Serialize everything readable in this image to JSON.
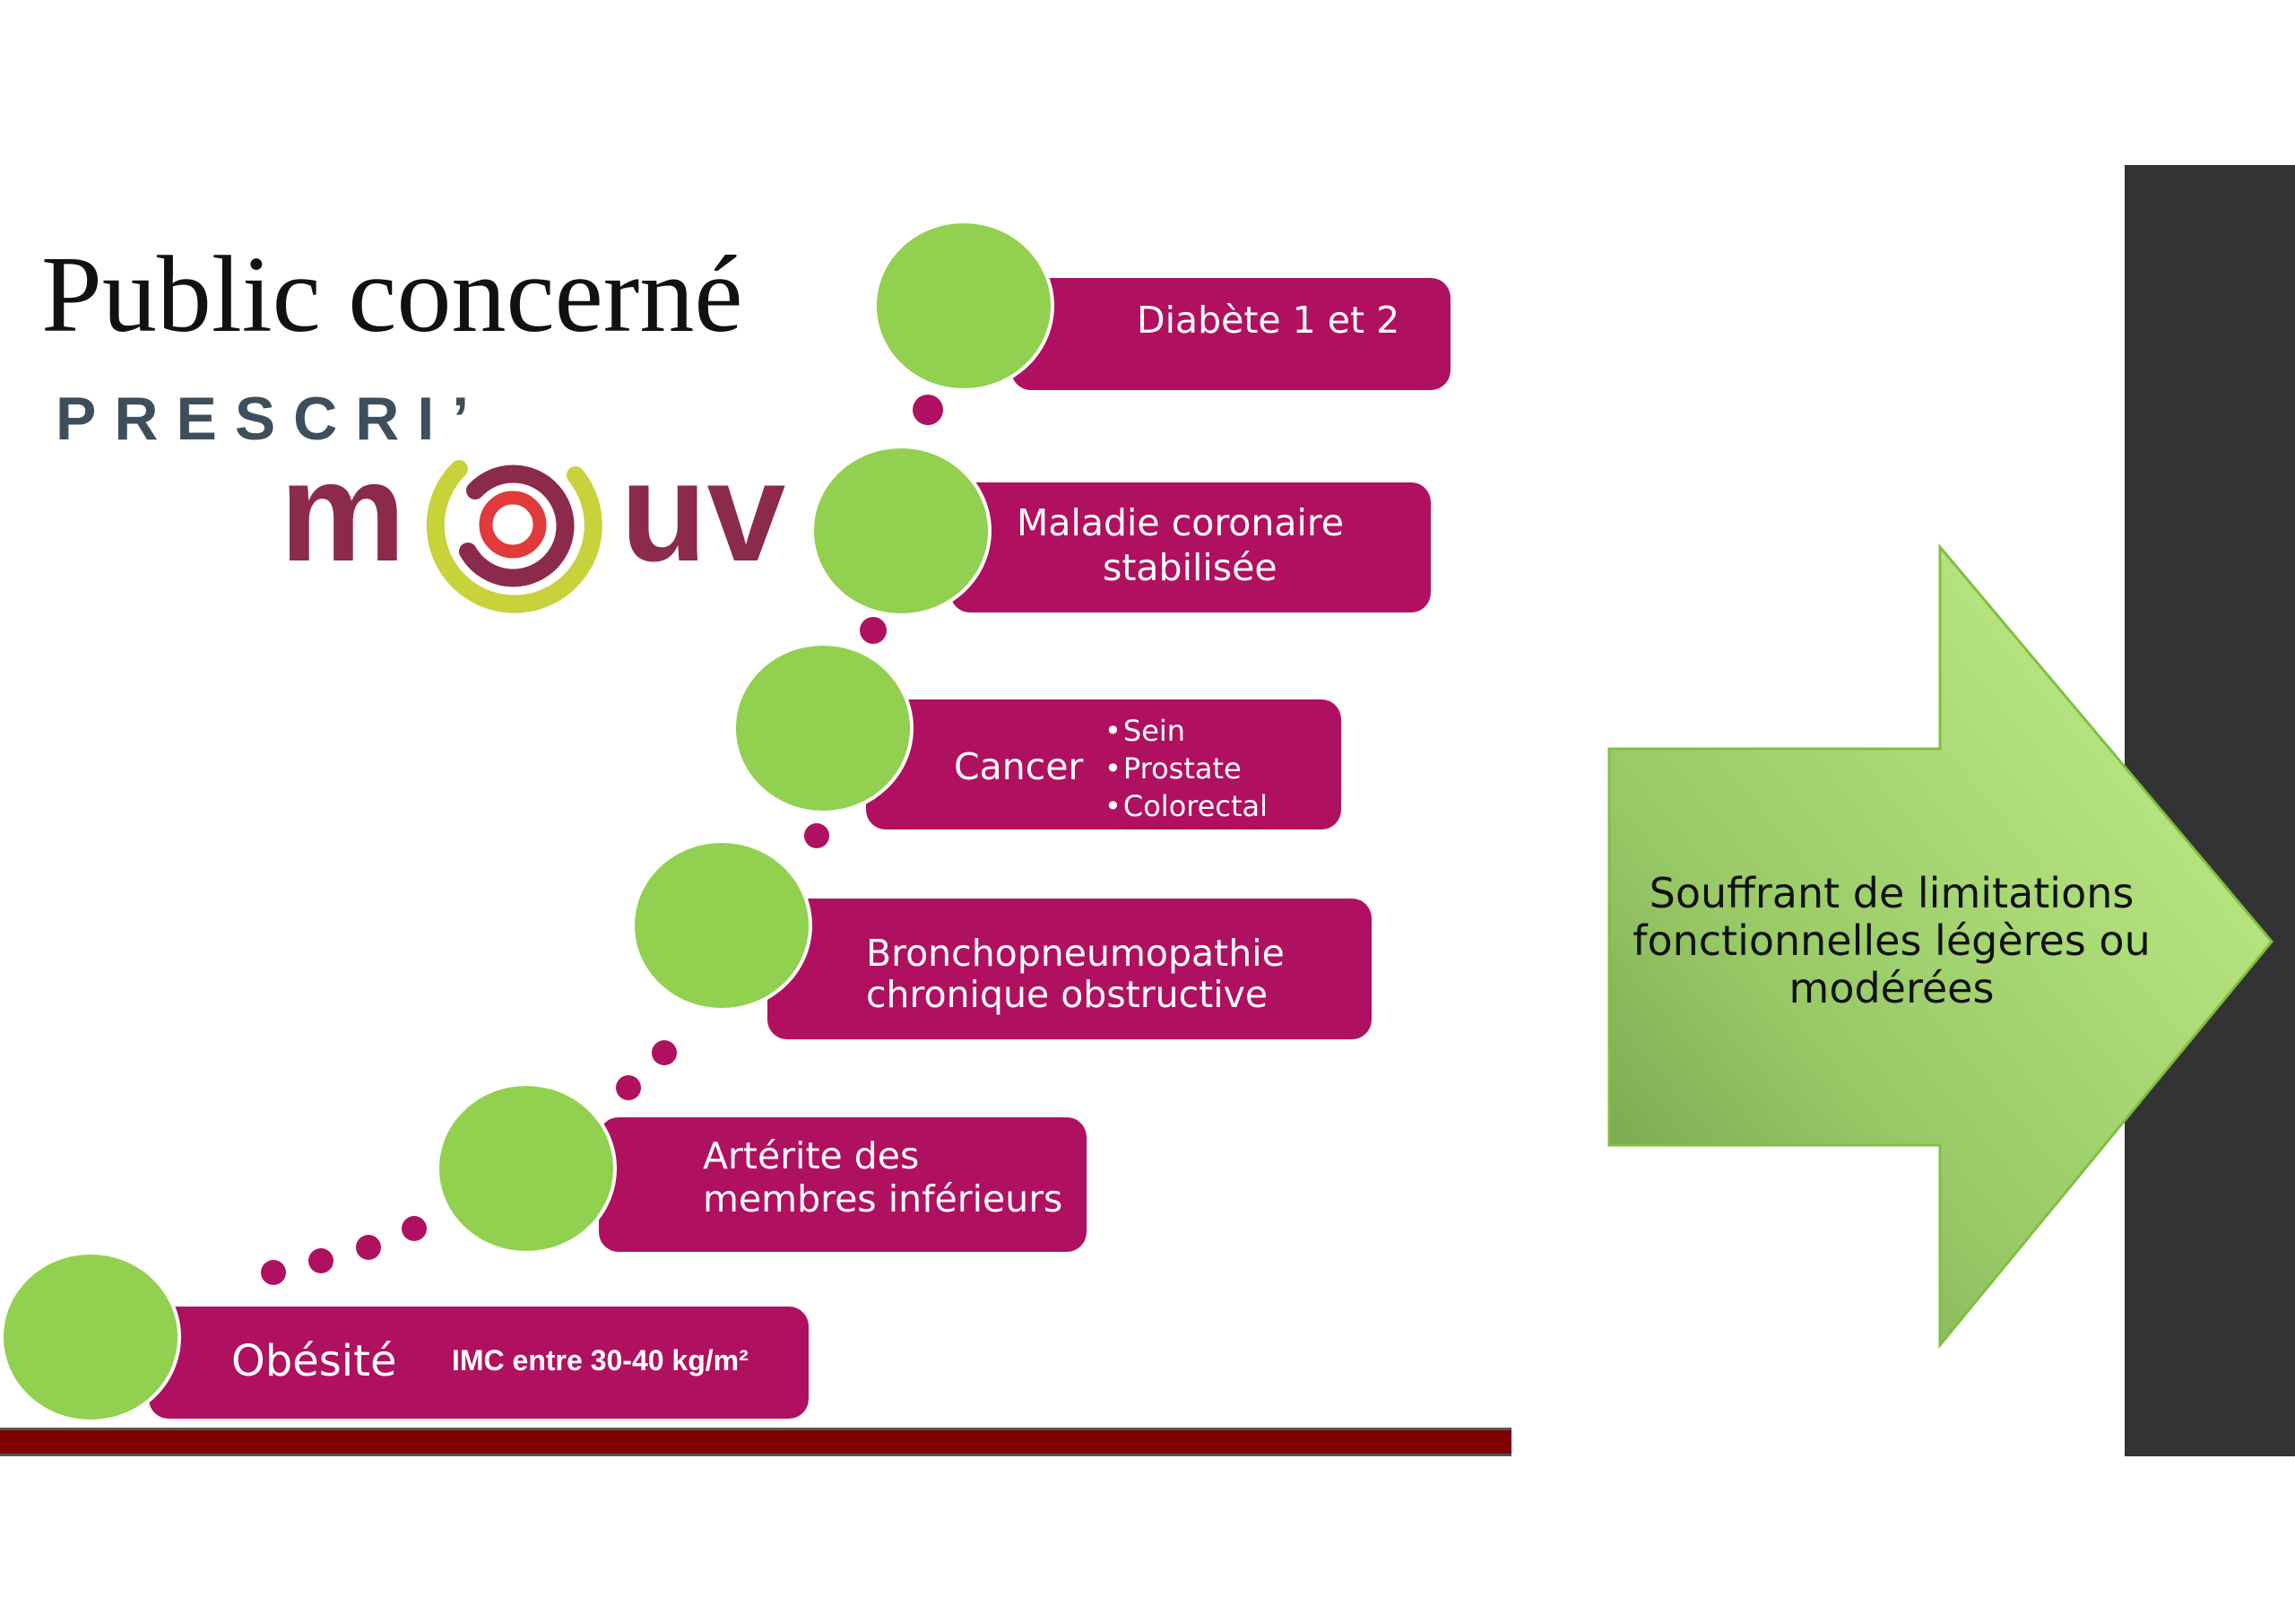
{
  "title": "Public concerné",
  "logo": {
    "line1": "PRESCRI’",
    "m": "m",
    "uv": "uv"
  },
  "steps": [
    {
      "label": "Diabète 1 et 2"
    },
    {
      "label_l1": "Maladie coronaire",
      "label_l2": "stabilisée"
    },
    {
      "label": "Cancer",
      "bullets": [
        "Sein",
        "Prostate",
        "Colorectal"
      ]
    },
    {
      "label_l1": "Bronchopneumopathie",
      "label_l2": "chronique obstructive"
    },
    {
      "label_l1": "Artérite des",
      "label_l2": "membres inférieurs"
    },
    {
      "label": "Obésité",
      "sub": "IMC entre 30-40 kg/m²"
    }
  ],
  "arrow": {
    "line1": "Souffrant de limitations",
    "line2": "fonctionnelles légères ou",
    "line3": "modérées"
  },
  "colors": {
    "box": "#b01060",
    "circle": "#92d050",
    "baseline": "#7f0000",
    "side_bar": "#333333"
  }
}
